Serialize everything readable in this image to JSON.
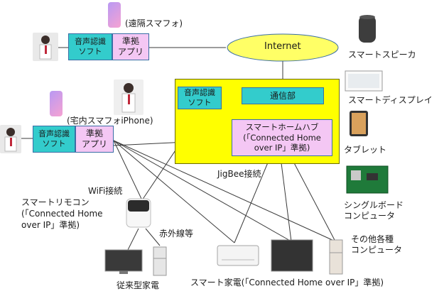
{
  "remote_phone": {
    "label": "(遠隔スマフォ)"
  },
  "remote_box": {
    "voice": "音声認識\nソフト",
    "app": "準拠\nアプリ"
  },
  "internet": {
    "label": "Internet"
  },
  "home_phone": {
    "label": "(宅内スマフォiPhone)"
  },
  "home_box": {
    "voice": "音声認識\nソフト",
    "app": "準拠\nアプリ"
  },
  "hub_area": {
    "voice": "音声認識\nソフト",
    "comm": "通信部",
    "hub": "スマートホームハブ\n(「Connected Home\nover IP」準拠)"
  },
  "labels": {
    "jigbee": "JigBee接続",
    "wifi": "WiFi接続",
    "remote_con": "スマートリモコン\n(「Connected Home\nover IP」準拠)",
    "infrared": "赤外線等",
    "legacy": "従来型家電",
    "smart_appliance": "スマート家電(「Connected Home over IP」準拠)"
  },
  "devices": {
    "speaker": "スマートスピーカ",
    "display": "スマートディスプレイ",
    "tablet": "タブレット",
    "sbc": "シングルボード\nコンピュータ",
    "other": "その他各種\nコンピュータ"
  },
  "colors": {
    "hub_bg": "#ffff00",
    "cyan": "#33cccc",
    "pink": "#f4c7f4",
    "cloud": "#ffff66"
  }
}
